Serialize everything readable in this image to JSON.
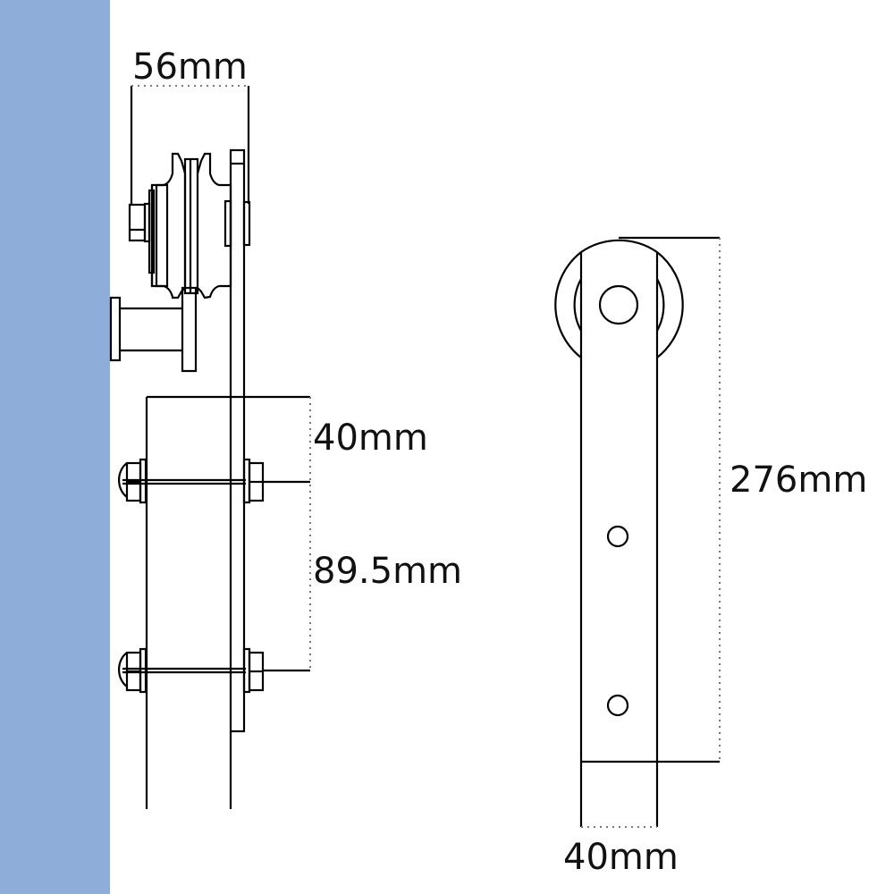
{
  "diagram": {
    "type": "technical-drawing",
    "subject": "sliding barn door roller hanger",
    "colors": {
      "wall": "#8eadd9",
      "line": "#000000",
      "dimension_dots": "#777777",
      "background": "#ffffff"
    },
    "side_view": {
      "dimensions": {
        "top_width": "56mm",
        "top_offset": "40mm",
        "bolt_spacing": "89.5mm"
      }
    },
    "front_view": {
      "dimensions": {
        "height": "276mm",
        "strap_width": "40mm"
      }
    }
  }
}
